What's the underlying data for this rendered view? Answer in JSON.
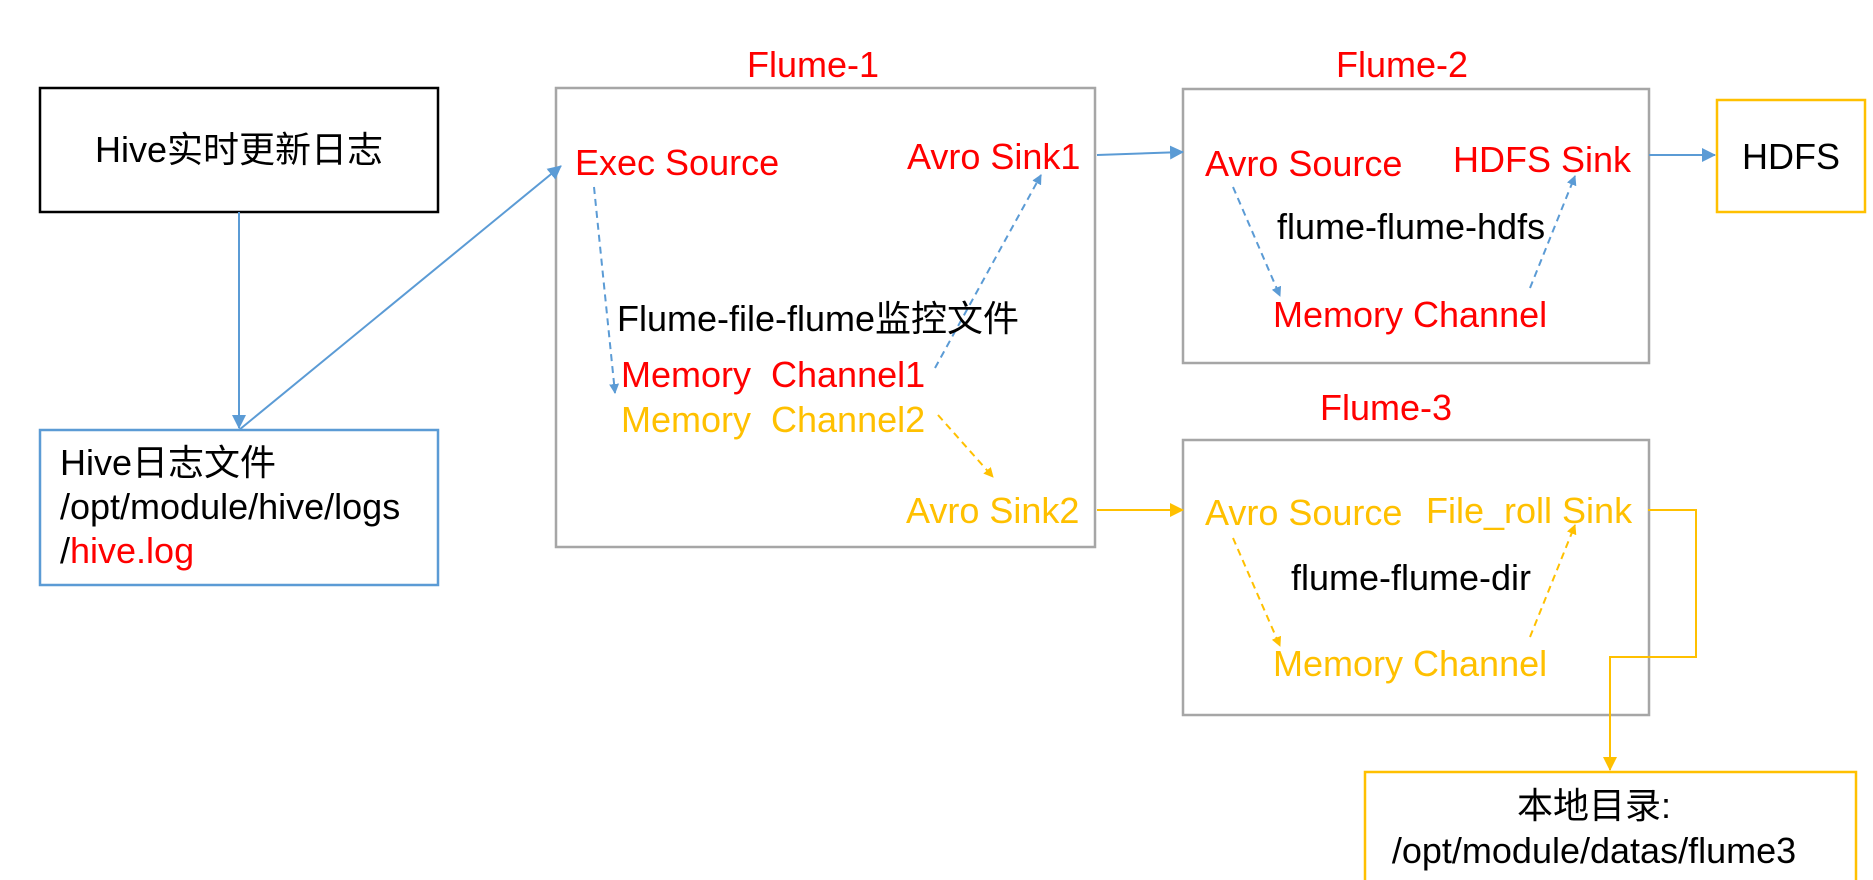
{
  "colors": {
    "red": "#ff0000",
    "gold": "#ffc000",
    "blue": "#5b9bd5",
    "gray": "#a6a6a6",
    "black": "#000000"
  },
  "hive_log": {
    "title": "Hive实时更新日志"
  },
  "hive_file": {
    "line1": "Hive日志文件",
    "line2": "/opt/module/hive/logs",
    "line3_prefix": "/",
    "line3_file": "hive.log"
  },
  "flume1": {
    "title": "Flume-1",
    "exec_source": "Exec Source",
    "avro_sink1": "Avro Sink1",
    "description": "Flume-file-flume监控文件",
    "memory_channel1": "Memory  Channel1",
    "memory_channel2": "Memory  Channel2",
    "avro_sink2": "Avro Sink2"
  },
  "flume2": {
    "title": "Flume-2",
    "avro_source": "Avro Source",
    "hdfs_sink": "HDFS Sink",
    "description": "flume-flume-hdfs",
    "memory_channel": "Memory Channel"
  },
  "flume3": {
    "title": "Flume-3",
    "avro_source": "Avro Source",
    "file_roll_sink": "File_roll Sink",
    "description": "flume-flume-dir",
    "memory_channel": "Memory Channel"
  },
  "hdfs": {
    "label": "HDFS"
  },
  "local_dir": {
    "line1": "本地目录:",
    "line2": "/opt/module/datas/flume3"
  }
}
